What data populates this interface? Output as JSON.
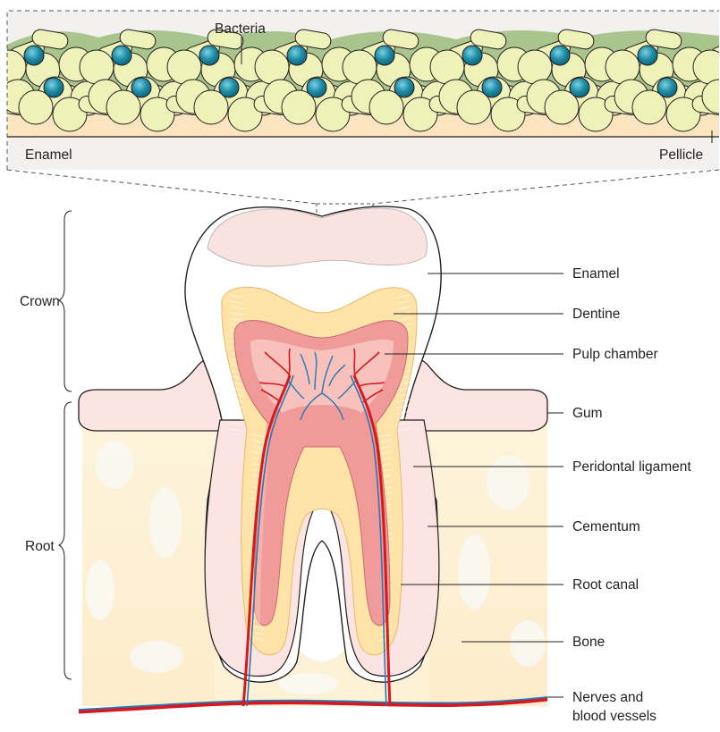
{
  "inset": {
    "top_label": "Bacteria",
    "left_label": "Enamel",
    "right_label": "Pellicle"
  },
  "regions": {
    "crown": "Crown",
    "root": "Root"
  },
  "labels": {
    "enamel": "Enamel",
    "dentine": "Dentine",
    "pulp_chamber": "Pulp chamber",
    "gum": "Gum",
    "periodontal_ligament": "Peridontal ligament",
    "cementum": "Cementum",
    "root_canal": "Root canal",
    "bone": "Bone",
    "nerves_line1": "Nerves and",
    "nerves_line2": "blood vessels"
  },
  "colors": {
    "bacterium_fill": "#eef2b8",
    "bacterium_stroke": "#231f20",
    "blue_cell": "#1f8fa8",
    "matrix_green": "#a9c48c",
    "enamel_band": "#fbe4c0",
    "tooth_enamel": "#ffffff",
    "crown_top": "#f9e3e0",
    "dentine": "#fde3a8",
    "pulp": "#f19a9a",
    "pulp_inner": "#f8c1bb",
    "gum": "#fbe4e1",
    "bone": "#fdf2d6",
    "vessel_red": "#d7191f",
    "vessel_blue": "#2779b4"
  }
}
